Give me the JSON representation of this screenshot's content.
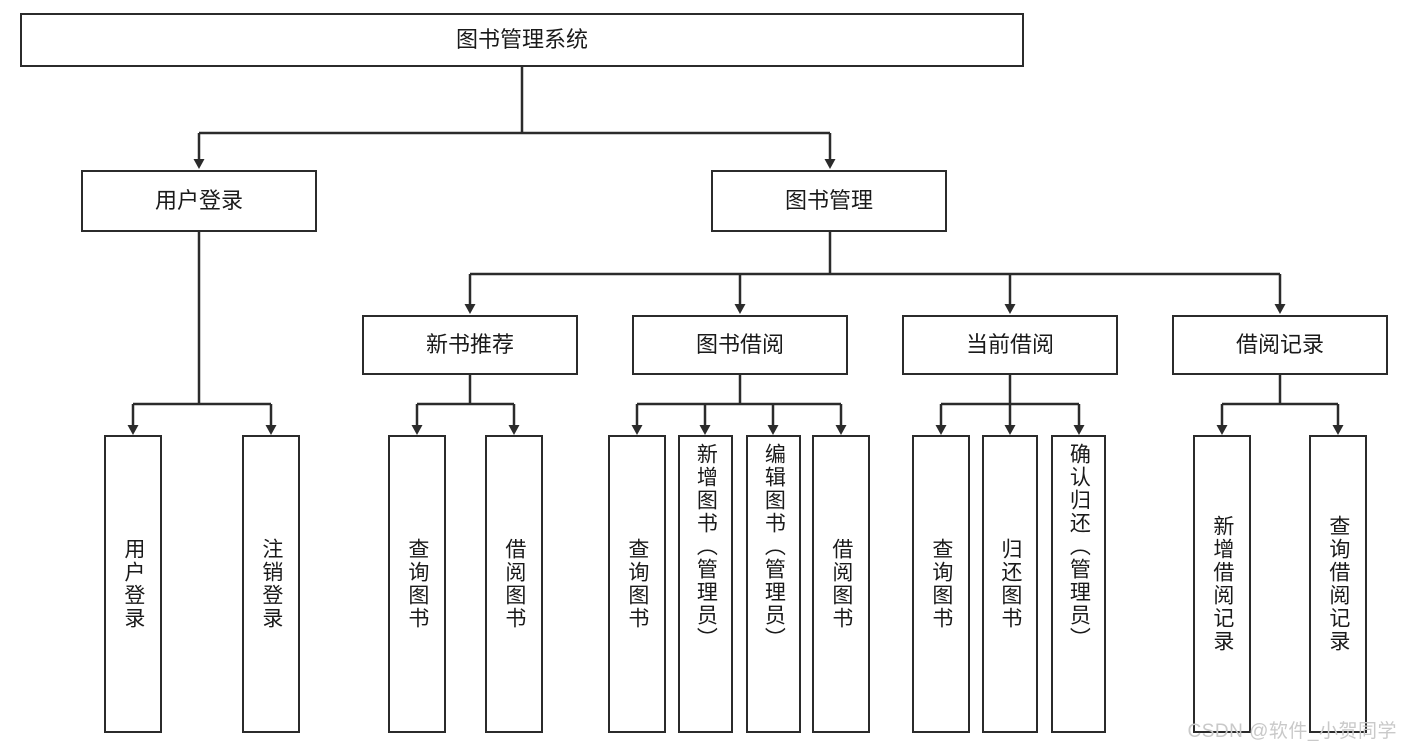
{
  "diagram": {
    "title": "图书管理系统",
    "type": "tree-hierarchy-diagram",
    "root": {
      "label": "图书管理系统"
    },
    "level2": [
      {
        "label": "用户登录"
      },
      {
        "label": "图书管理"
      }
    ],
    "level3": [
      {
        "label": "新书推荐"
      },
      {
        "label": "图书借阅"
      },
      {
        "label": "当前借阅"
      },
      {
        "label": "借阅记录"
      }
    ],
    "leaves": {
      "user_login": [
        {
          "label": "用户登录"
        },
        {
          "label": "注销登录"
        }
      ],
      "new_book_recommend": [
        {
          "label": "查询图书"
        },
        {
          "label": "借阅图书"
        }
      ],
      "book_borrow": [
        {
          "label": "查询图书"
        },
        {
          "label": "新增图书（管理员）"
        },
        {
          "label": "编辑图书（管理员）"
        },
        {
          "label": "借阅图书"
        }
      ],
      "current_borrow": [
        {
          "label": "查询图书"
        },
        {
          "label": "归还图书"
        },
        {
          "label": "确认归还（管理员）"
        }
      ],
      "borrow_records": [
        {
          "label": "新增借阅记录"
        },
        {
          "label": "查询借阅记录"
        }
      ]
    }
  },
  "watermark": {
    "text": "CSDN @软件_小贺同学"
  },
  "colors": {
    "stroke": "#2b2b2b",
    "fill": "#ffffff",
    "text": "#1a1a1a",
    "watermark": "#c9c9c9"
  }
}
